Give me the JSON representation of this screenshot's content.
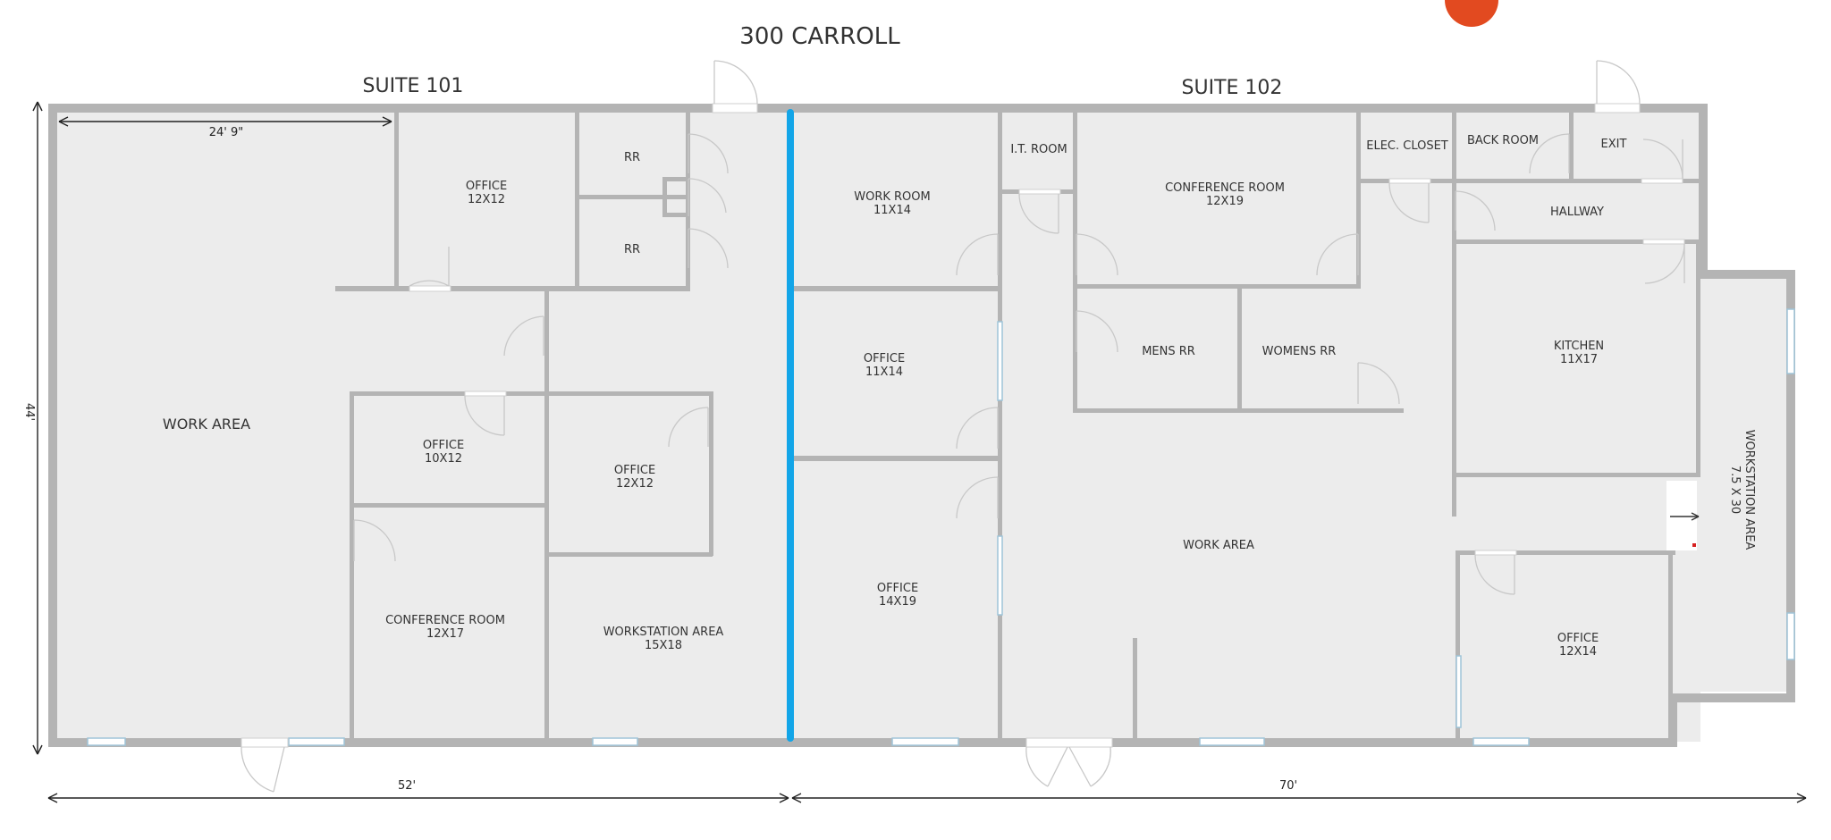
{
  "header": {
    "building_title": "300 CARROLL",
    "suite_101_label": "SUITE 101",
    "suite_102_label": "SUITE 102"
  },
  "dimensions": {
    "depth": "44'",
    "work_area_width": "24' 9\"",
    "suite_101_width": "52'",
    "suite_102_width": "70'"
  },
  "suite_101": {
    "office_a": {
      "name": "OFFICE",
      "size": "12X12"
    },
    "rr_1": {
      "name": "RR"
    },
    "rr_2": {
      "name": "RR"
    },
    "work_area": {
      "name": "WORK AREA"
    },
    "office_b": {
      "name": "OFFICE",
      "size": "10X12"
    },
    "office_c": {
      "name": "OFFICE",
      "size": "12X12"
    },
    "conference_room": {
      "name": "CONFERENCE ROOM",
      "size": "12X17"
    },
    "workstation_area": {
      "name": "WORKSTATION AREA",
      "size": "15X18"
    }
  },
  "suite_102": {
    "work_room": {
      "name": "WORK ROOM",
      "size": "11X14"
    },
    "it_room": {
      "name": "I.T. ROOM"
    },
    "conference_room": {
      "name": "CONFERENCE ROOM",
      "size": "12X19"
    },
    "elec_closet": {
      "name": "ELEC. CLOSET"
    },
    "back_room": {
      "name": "BACK ROOM"
    },
    "exit": {
      "name": "EXIT"
    },
    "hallway": {
      "name": "HALLWAY"
    },
    "office_a": {
      "name": "OFFICE",
      "size": "11X14"
    },
    "mens_rr": {
      "name": "MENS RR"
    },
    "womens_rr": {
      "name": "WOMENS RR"
    },
    "kitchen": {
      "name": "KITCHEN",
      "size": "11X17"
    },
    "workstation_area": {
      "name": "WORKSTATION AREA",
      "size": "7.5 X 30"
    },
    "office_b": {
      "name": "OFFICE",
      "size": "14X19"
    },
    "work_area": {
      "name": "WORK AREA"
    },
    "office_c": {
      "name": "OFFICE",
      "size": "12X14"
    }
  },
  "colors": {
    "demising_wall": "#12a5e8",
    "wall": "#b4b4b4",
    "floor": "#ececec",
    "badge": "#e24a20"
  }
}
